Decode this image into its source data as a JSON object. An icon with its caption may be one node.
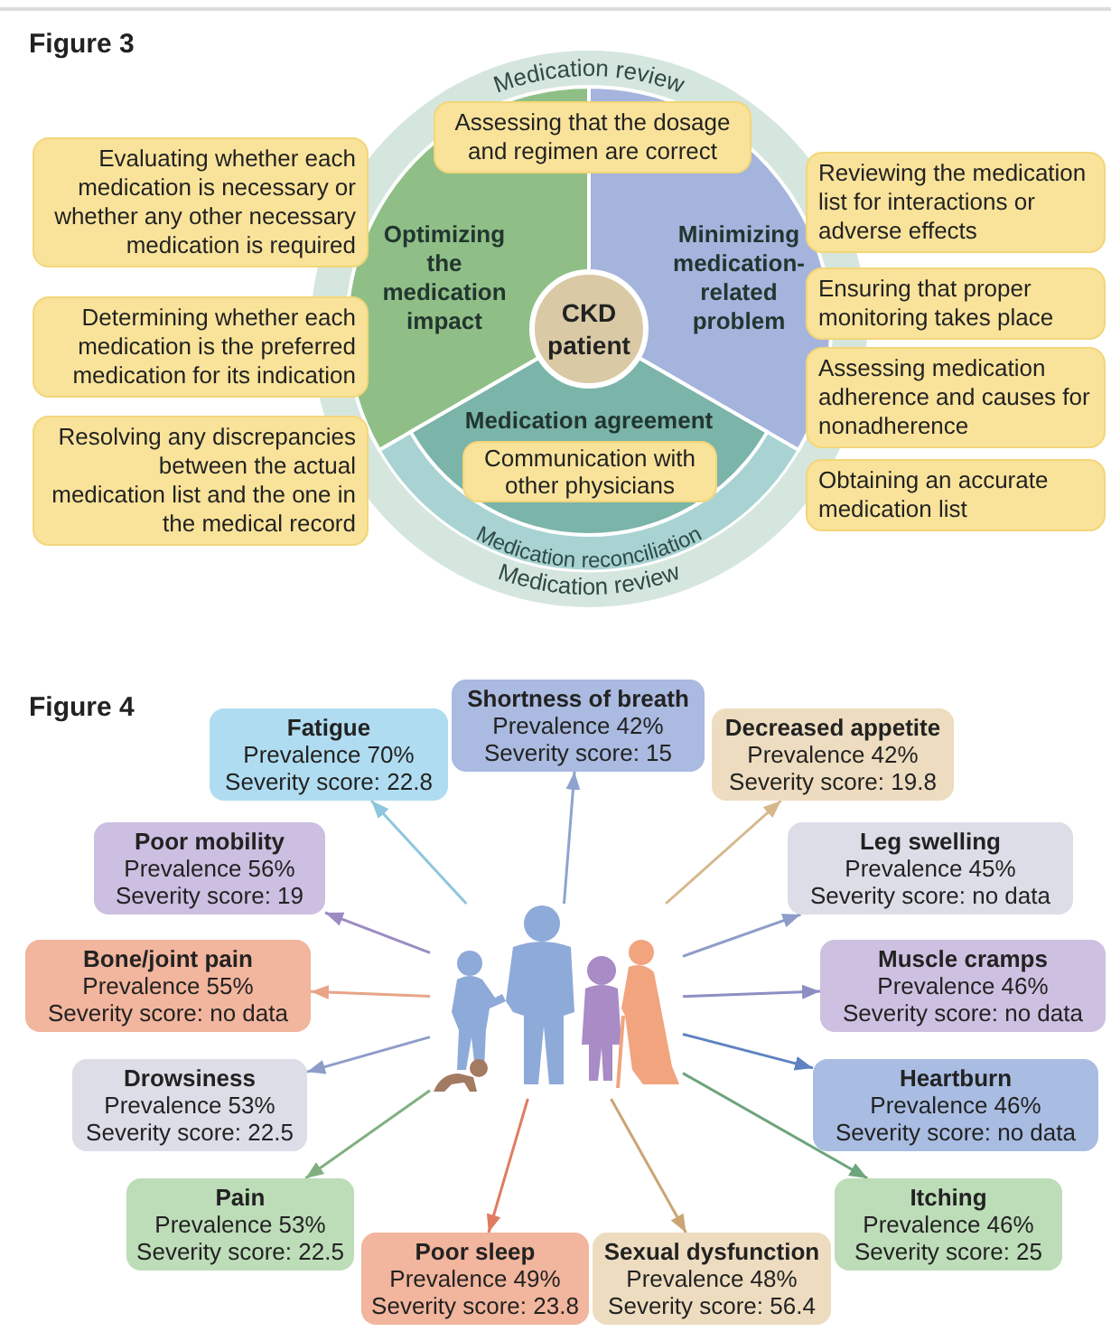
{
  "diagram": {
    "nodes": [
      {
        "text": [
          "Medication review",
          "Medication review"
        ]
      },
      {
        "text": [
          "Medication reconciliation"
        ],
        "in": 0
      },
      {
        "text": [
          "Optimizing the medication impact"
        ],
        "in": 0
      },
      {
        "text": [
          "Minimizing medication-related problem"
        ],
        "in": 0
      },
      {
        "text": [
          "Medication agreement"
        ],
        "in": 0
      },
      {
        "text": [
          "CKD patient"
        ],
        "in": 0
      },
      {
        "text": [
          "Assessing that the dosage and regimen are correct"
        ],
        "in": 0
      },
      {
        "text": [
          "Communication with other physicians"
        ],
        "in": 4
      },
      {
        "text": [
          "Evaluating whether each medication is necessary or whether any other necessary medication is required"
        ]
      },
      {
        "text": [
          "Determining whether each medication is the preferred medication for its indication"
        ]
      },
      {
        "text": [
          "Resolving any discrepancies between the actual medication list and the one in the medical record"
        ]
      },
      {
        "text": [
          "Reviewing the medication list for interactions or adverse effects"
        ]
      },
      {
        "text": [
          "Ensuring that proper monitoring takes place"
        ]
      },
      {
        "text": [
          "Assessing medication adherence and causes for nonadherence"
        ]
      },
      {
        "text": [
          "Obtaining an accurate medication list"
        ]
      },
      {
        "text": [],
        "shape": "picture"
      },
      {
        "text": [
          "Shortness of breath",
          "Prevalence 42%",
          "Severity score: 15"
        ]
      },
      {
        "text": [
          "Fatigue",
          "Prevalence 70%",
          "Severity score: 22.8"
        ]
      },
      {
        "text": [
          "Decreased appetite",
          "Prevalence 42%",
          "Severity score: 19.8"
        ]
      },
      {
        "text": [
          "Poor mobility",
          "Prevalence 56%",
          "Severity score: 19"
        ]
      },
      {
        "text": [
          "Leg swelling",
          "Prevalence 45%",
          "Severity score: no data"
        ]
      },
      {
        "text": [
          "Bone/joint pain",
          "Prevalence 55%",
          "Severity score: no data"
        ]
      },
      {
        "text": [
          "Muscle cramps",
          "Prevalence 46%",
          "Severity score: no data"
        ]
      },
      {
        "text": [
          "Drowsiness",
          "Prevalence 53%",
          "Severity score: 22.5"
        ]
      },
      {
        "text": [
          "Heartburn",
          "Prevalence 46%",
          "Severity score: no data"
        ]
      },
      {
        "text": [
          "Pain",
          "Prevalence 53%",
          "Severity score: 22.5"
        ]
      },
      {
        "text": [
          "Itching",
          "Prevalence 46%",
          "Severity score: 25"
        ]
      },
      {
        "text": [
          "Poor sleep",
          "Prevalence 49%",
          "Severity score: 23.8"
        ]
      },
      {
        "text": [
          "Sexual dysfunction",
          "Prevalence 48%",
          "Severity score: 56.4"
        ]
      }
    ],
    "edges": [
      {
        "from": 15,
        "to": 16,
        "arrow": "to",
        "color": "#8ea3cf"
      },
      {
        "from": 15,
        "to": 17,
        "arrow": "to",
        "color": "#8ec6de"
      },
      {
        "from": 15,
        "to": 18,
        "arrow": "to",
        "color": "#d6b88c"
      },
      {
        "from": 15,
        "to": 19,
        "arrow": "to",
        "color": "#9a8cc2"
      },
      {
        "from": 15,
        "to": 20,
        "arrow": "to",
        "color": "#8e9cc8"
      },
      {
        "from": 15,
        "to": 21,
        "arrow": "to",
        "color": "#e8a486"
      },
      {
        "from": 15,
        "to": 22,
        "arrow": "to",
        "color": "#8c8fc2"
      },
      {
        "from": 15,
        "to": 23,
        "arrow": "to",
        "color": "#8e9cc8"
      },
      {
        "from": 15,
        "to": 24,
        "arrow": "to",
        "color": "#5f82c0"
      },
      {
        "from": 15,
        "to": 25,
        "arrow": "to",
        "color": "#80b080"
      },
      {
        "from": 15,
        "to": 26,
        "arrow": "to",
        "color": "#6da47c"
      },
      {
        "from": 15,
        "to": 27,
        "arrow": "to",
        "color": "#e07c62"
      },
      {
        "from": 15,
        "to": 28,
        "arrow": "to",
        "color": "#cba474"
      }
    ],
    "labels": [
      "Figure 3",
      "Figure 4"
    ]
  }
}
